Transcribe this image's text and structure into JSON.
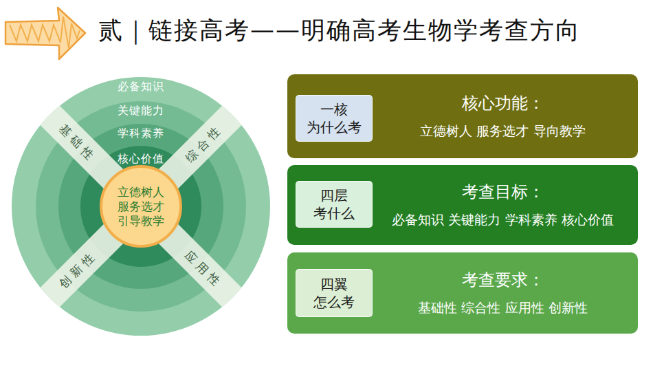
{
  "diagram": {
    "title": "贰｜链接高考——明确高考生物学考查方向",
    "nodes": [
      {
        "text": [
          "必备知识"
        ]
      },
      {
        "text": [
          "关键能力"
        ],
        "in": 0
      },
      {
        "text": [
          "学科素养"
        ],
        "in": 1
      },
      {
        "text": [
          "核心价值"
        ],
        "in": 2
      },
      {
        "text": [
          "立德树人 服务选才 引导教学"
        ],
        "in": 3
      },
      {
        "text": [
          "基础性"
        ],
        "in": 0
      },
      {
        "text": [
          "综合性"
        ],
        "in": 0
      },
      {
        "text": [
          "创新性"
        ],
        "in": 0
      },
      {
        "text": [
          "应用性"
        ],
        "in": 0
      },
      {
        "text": [
          "核心功能：",
          "立德树人 服务选才 导向教学"
        ]
      },
      {
        "text": [
          "一核 为什么考"
        ],
        "in": 9
      },
      {
        "text": [
          "考查目标：",
          "必备知识 关键能力 学科素养 核心价值"
        ]
      },
      {
        "text": [
          "四层 考什么"
        ],
        "in": 11
      },
      {
        "text": [
          "考查要求：",
          "基础性 综合性 应用性 创新性"
        ]
      },
      {
        "text": [
          "四翼 怎么考"
        ],
        "in": 13
      }
    ]
  }
}
